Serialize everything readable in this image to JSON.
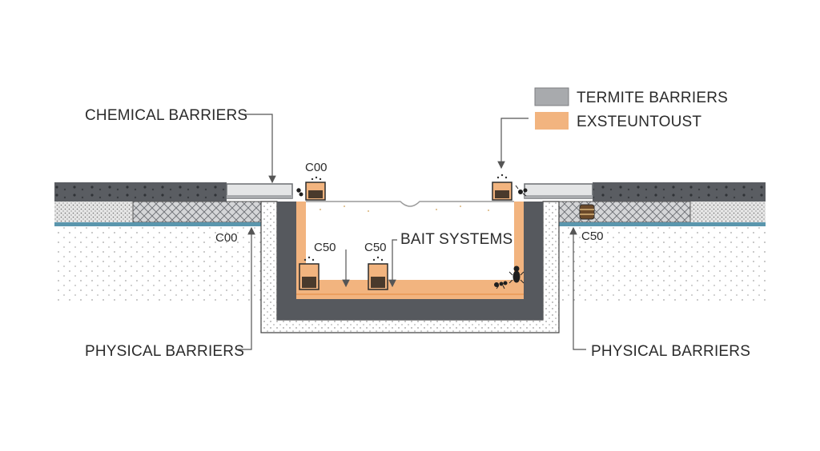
{
  "legend": {
    "items": [
      {
        "label": "TERMITE BARRIERS",
        "color": "#a8aaad"
      },
      {
        "label": "EXSTEUNTOUST",
        "color": "#f2b47f"
      }
    ]
  },
  "labels": {
    "chemical_barriers": "CHEMICAL BARRIERS",
    "physical_barriers_left": "PHYSICAL BARRIERS",
    "physical_barriers_right": "PHYSICAL BARRIERS",
    "bait_systems": "BAIT SYSTEMS"
  },
  "codes": {
    "top_left_station": "C00",
    "left_membrane": "C00",
    "bait_left": "C50",
    "bait_center": "C50",
    "right_membrane": "C50"
  },
  "colors": {
    "slab": "#56595e",
    "barrier_grey": "#a8aaad",
    "orange": "#f2b47f",
    "membrane_blue": "#5a96ad",
    "soil_dot": "#b9b9b9"
  }
}
